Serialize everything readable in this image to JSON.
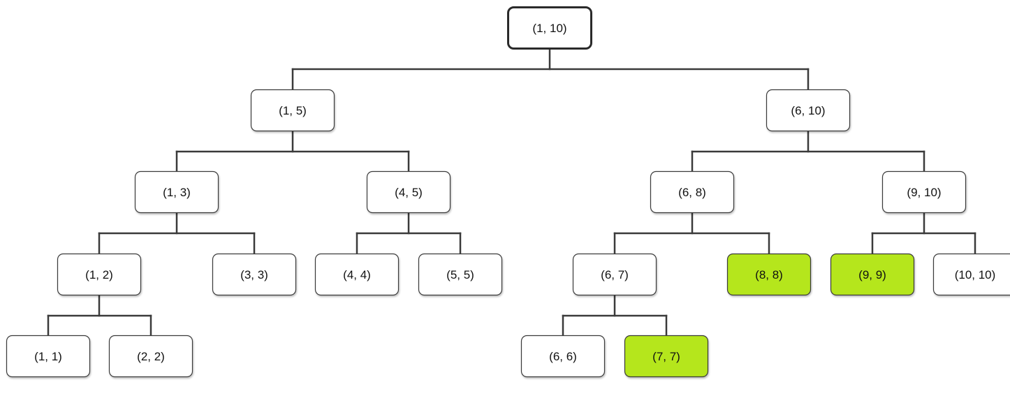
{
  "diagram": {
    "nodes": [
      {
        "id": "n1-10",
        "label": "(1, 10)",
        "highlighted": false,
        "root": true
      },
      {
        "id": "n1-5",
        "label": "(1, 5)",
        "highlighted": false
      },
      {
        "id": "n6-10",
        "label": "(6, 10)",
        "highlighted": false
      },
      {
        "id": "n1-3",
        "label": "(1, 3)",
        "highlighted": false
      },
      {
        "id": "n4-5",
        "label": "(4, 5)",
        "highlighted": false
      },
      {
        "id": "n6-8",
        "label": "(6, 8)",
        "highlighted": false
      },
      {
        "id": "n9-10",
        "label": "(9, 10)",
        "highlighted": false
      },
      {
        "id": "n1-2",
        "label": "(1, 2)",
        "highlighted": false
      },
      {
        "id": "n3-3",
        "label": "(3, 3)",
        "highlighted": false
      },
      {
        "id": "n4-4",
        "label": "(4, 4)",
        "highlighted": false
      },
      {
        "id": "n5-5",
        "label": "(5, 5)",
        "highlighted": false
      },
      {
        "id": "n6-7",
        "label": "(6, 7)",
        "highlighted": false
      },
      {
        "id": "n8-8",
        "label": "(8, 8)",
        "highlighted": true
      },
      {
        "id": "n9-9",
        "label": "(9, 9)",
        "highlighted": true
      },
      {
        "id": "n10-10",
        "label": "(10, 10)",
        "highlighted": false
      },
      {
        "id": "n1-1",
        "label": "(1, 1)",
        "highlighted": false
      },
      {
        "id": "n2-2",
        "label": "(2, 2)",
        "highlighted": false
      },
      {
        "id": "n6-6",
        "label": "(6, 6)",
        "highlighted": false
      },
      {
        "id": "n7-7",
        "label": "(7, 7)",
        "highlighted": true
      }
    ],
    "edges": [
      [
        "n1-10",
        "n1-5"
      ],
      [
        "n1-10",
        "n6-10"
      ],
      [
        "n1-5",
        "n1-3"
      ],
      [
        "n1-5",
        "n4-5"
      ],
      [
        "n6-10",
        "n6-8"
      ],
      [
        "n6-10",
        "n9-10"
      ],
      [
        "n1-3",
        "n1-2"
      ],
      [
        "n1-3",
        "n3-3"
      ],
      [
        "n4-5",
        "n4-4"
      ],
      [
        "n4-5",
        "n5-5"
      ],
      [
        "n6-8",
        "n6-7"
      ],
      [
        "n6-8",
        "n8-8"
      ],
      [
        "n9-10",
        "n9-9"
      ],
      [
        "n9-10",
        "n10-10"
      ],
      [
        "n1-2",
        "n1-1"
      ],
      [
        "n1-2",
        "n2-2"
      ],
      [
        "n6-7",
        "n6-6"
      ],
      [
        "n6-7",
        "n7-7"
      ]
    ],
    "colors": {
      "node_fill": "#ffffff",
      "highlight_fill": "#b5e61d",
      "line": "#3a3a3a"
    }
  }
}
